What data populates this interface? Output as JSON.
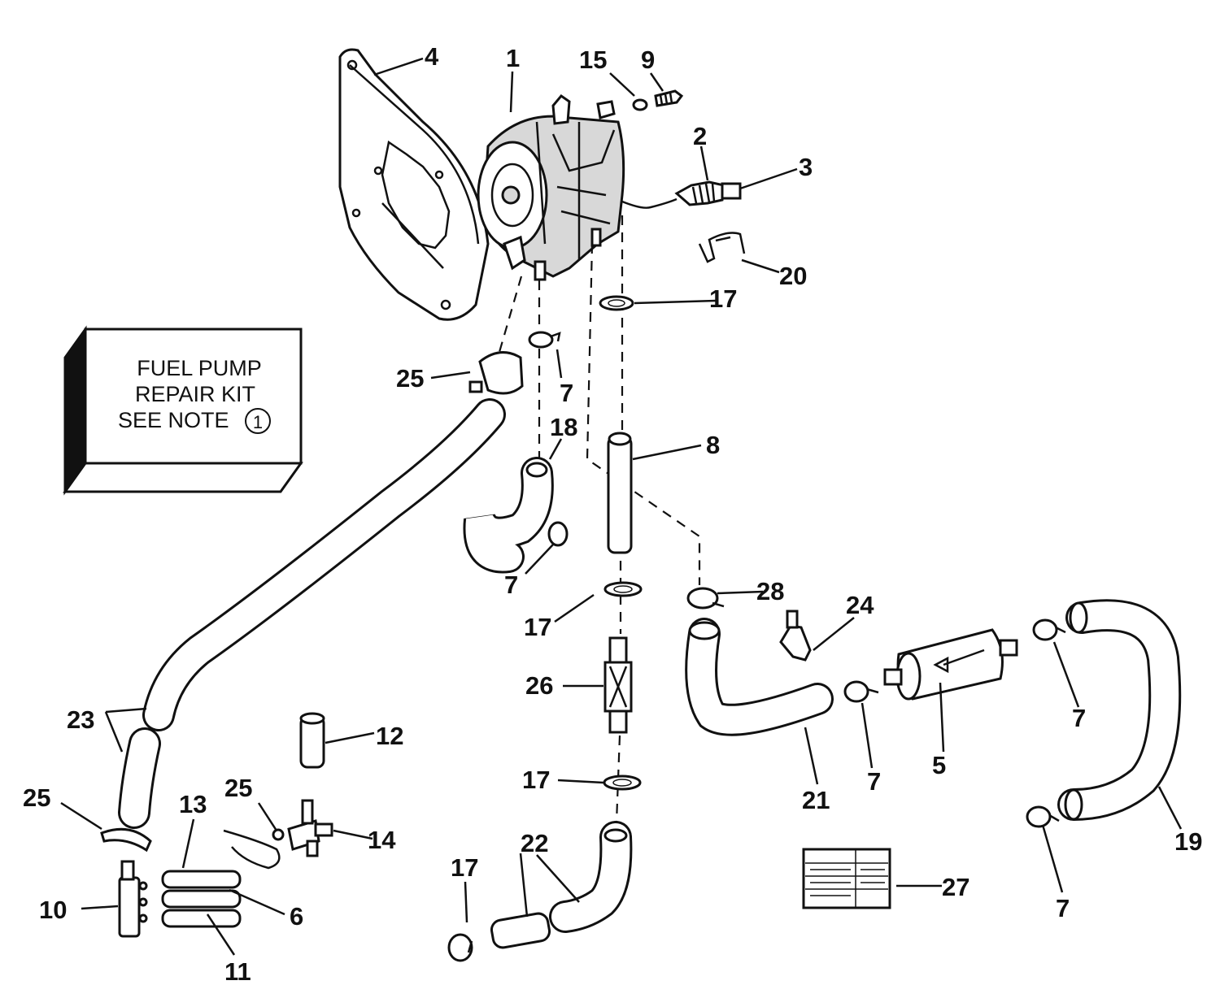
{
  "kit_box": {
    "line1": "FUEL PUMP",
    "line2": "REPAIR KIT",
    "line3": "SEE NOTE",
    "note_number": "1"
  },
  "callouts": {
    "c1": "1",
    "c2": "2",
    "c3": "3",
    "c4": "4",
    "c5": "5",
    "c6": "6",
    "c7a": "7",
    "c7b": "7",
    "c7c": "7",
    "c7d": "7",
    "c7e": "7",
    "c8": "8",
    "c9": "9",
    "c10": "10",
    "c11": "11",
    "c12": "12",
    "c13": "13",
    "c14": "14",
    "c15": "15",
    "c17a": "17",
    "c17b": "17",
    "c17c": "17",
    "c17d": "17",
    "c18": "18",
    "c19": "19",
    "c20": "20",
    "c21": "21",
    "c22": "22",
    "c23": "23",
    "c24": "24",
    "c25a": "25",
    "c25b": "25",
    "c25c": "25",
    "c26": "26",
    "c27": "27",
    "c28": "28"
  }
}
